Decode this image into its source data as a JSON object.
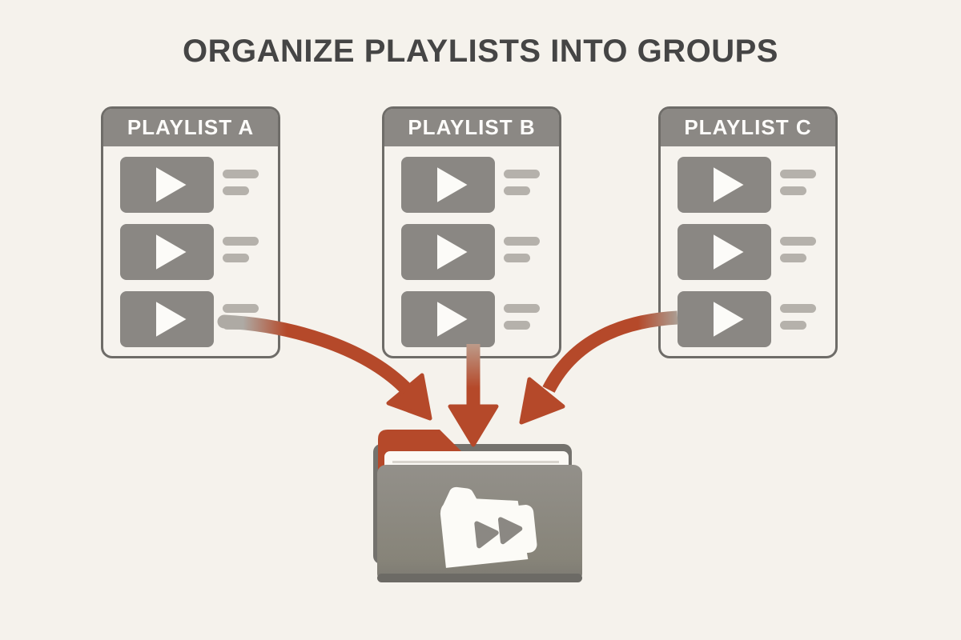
{
  "title": "ORGANIZE PLAYLISTS INTO GROUPS",
  "playlists": [
    {
      "label": "PLAYLIST A",
      "video_count": 3
    },
    {
      "label": "PLAYLIST B",
      "video_count": 3
    },
    {
      "label": "PLAYLIST C",
      "video_count": 3
    }
  ],
  "folder": {
    "description": "group folder collecting the three playlists",
    "icon": "video-playlist-folder"
  },
  "arrows": [
    {
      "from": "PLAYLIST A",
      "to": "folder"
    },
    {
      "from": "PLAYLIST B",
      "to": "folder"
    },
    {
      "from": "PLAYLIST C",
      "to": "folder"
    }
  ],
  "colors": {
    "background": "#f5f2ec",
    "accent_red": "#b5492a",
    "card_gray": "#8b8884",
    "outline_gray": "#6e6c68",
    "bar_gray": "#b5b1ab",
    "title_text": "#454545",
    "paper_white": "#fbf9f4"
  }
}
